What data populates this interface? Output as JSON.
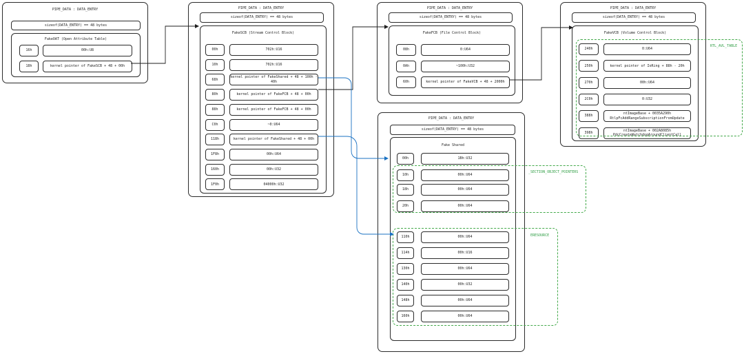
{
  "colors": {
    "stroke": "#1e1e1e",
    "arrow_blue": "#1971c2",
    "group_green": "#2f9e44"
  },
  "panel1": {
    "header": "PIPE_DATA : DATA_ENTRY",
    "size": "sizeof(DATA_ENTRY) == 48 bytes",
    "title": "FakeOAT (Open Attribute Table)",
    "rows": [
      {
        "off": "16h",
        "val": "00h:U8"
      },
      {
        "off": "18h",
        "val": "kernel pointer of FakeSCB + 48 + 00h"
      }
    ]
  },
  "panel2": {
    "header": "PIPE_DATA : DATA_ENTRY",
    "size": "sizeof(DATA_ENTRY) == 48 bytes",
    "title": "FakeSCB (Stream Control Block)",
    "rows": [
      {
        "off": "00h",
        "val": "702h:U16"
      },
      {
        "off": "10h",
        "val": "702h:U16"
      },
      {
        "off": "68h",
        "val": "kernel pointer of FakeShared + 48 + 100h - 40h"
      },
      {
        "off": "80h",
        "val": "kernel pointer of FakeFCB + 48 + 00h"
      },
      {
        "off": "88h",
        "val": "kernel pointer of FakeFCB + 48 + 00h"
      },
      {
        "off": "C0h",
        "val": "~0:U64"
      },
      {
        "off": "118h",
        "val": "kernel pointer of FakeShared + 48 + 00h"
      },
      {
        "off": "1F8h",
        "val": "00h:U64"
      },
      {
        "off": "160h",
        "val": "00h:U32"
      },
      {
        "off": "1F0h",
        "val": "04000h:U32"
      }
    ]
  },
  "panel3": {
    "header": "PIPE_DATA : DATA_ENTRY",
    "size": "sizeof(DATA_ENTRY) == 48 bytes",
    "title": "FakeFCB (File Control Block)",
    "rows": [
      {
        "off": "08h",
        "val": "0:U64"
      },
      {
        "off": "0Ah",
        "val": "~100h:U32"
      },
      {
        "off": "60h",
        "val": "kernel pointer of FakeVCB + 48 + 2000h"
      }
    ]
  },
  "panel4": {
    "header": "PIPE_DATA : DATA_ENTRY",
    "size": "sizeof(DATA_ENTRY) == 48 bytes",
    "title": "FakeVCB (Volume Control Block)",
    "rows": [
      {
        "off": "240h",
        "val": "0:U64"
      },
      {
        "off": "250h",
        "val": "kernel pointer of IoRing + 88h - 20h"
      },
      {
        "off": "270h",
        "val": "00h:U64"
      },
      {
        "off": "2C0h",
        "val": "0:U32"
      },
      {
        "off": "388h",
        "val": "ntImageBase + 0035A290h\nRtlpFcAddRangeSubscriptionFromUpdate"
      },
      {
        "off": "398h",
        "val": "ntImageBase + 002A8085h\nPdcCreateWatchdogAroundClientCall"
      }
    ],
    "group": "RTL_AVL_TABLE"
  },
  "panel5": {
    "header": "PIPE_DATA : DATA_ENTRY",
    "size": "sizeof(DATA_ENTRY) == 48 bytes",
    "title": "Fake Shared",
    "rows": [
      {
        "off": "00h",
        "val": "1Bh:U32"
      },
      {
        "off": "10h",
        "val": "00h:U64"
      },
      {
        "off": "18h",
        "val": "00h:U64"
      },
      {
        "off": "20h",
        "val": "00h:U64"
      },
      {
        "off": "110h",
        "val": "00h:U64"
      },
      {
        "off": "114h",
        "val": "00h:U16"
      },
      {
        "off": "130h",
        "val": "00h:U64"
      },
      {
        "off": "140h",
        "val": "00h:U32"
      },
      {
        "off": "148h",
        "val": "00h:U64"
      },
      {
        "off": "160h",
        "val": "00h:U64"
      }
    ],
    "group1": "_SECTION_OBJECT_POINTERS",
    "group2": "ERESOURCE"
  }
}
